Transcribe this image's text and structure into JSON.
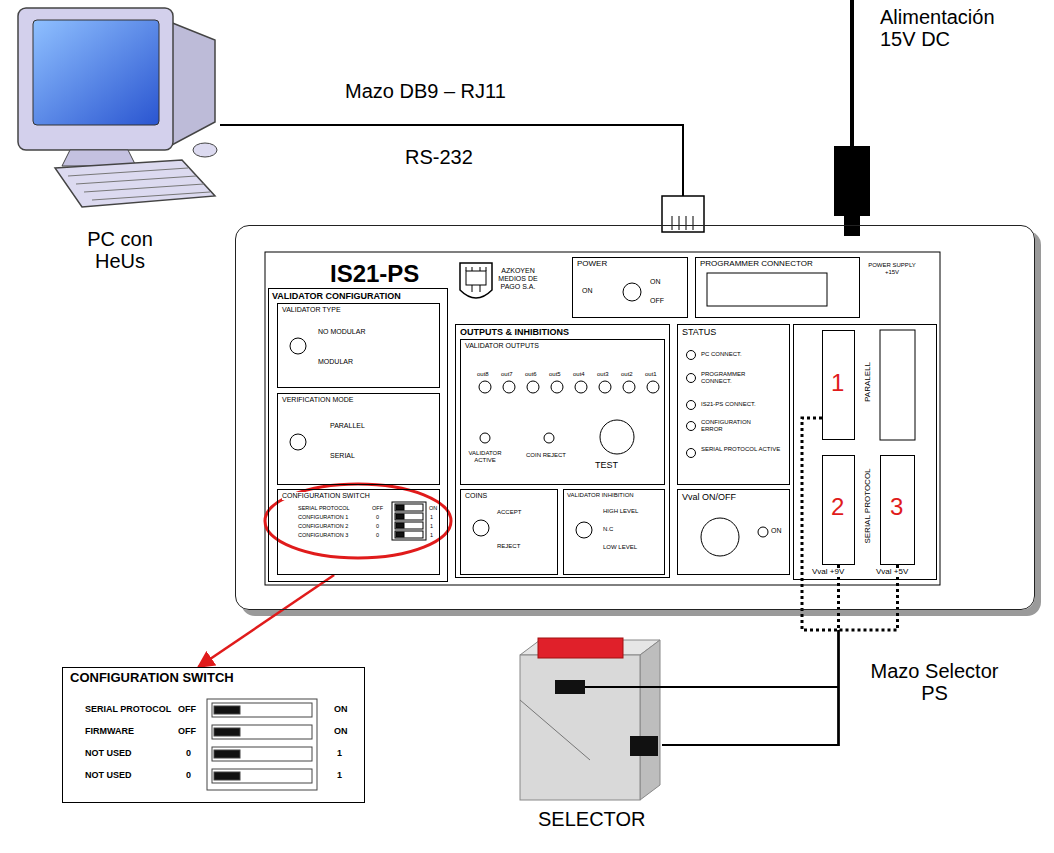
{
  "diagram": {
    "nodes": [
      {
        "text": [
          "PC con HeUs"
        ]
      },
      {
        "text": [
          "IS21-PS"
        ]
      },
      {
        "text": [
          "VALIDATOR CONFIGURATION"
        ],
        "in": 1
      },
      {
        "text": [
          "VALIDATOR TYPE",
          "NO MODULAR",
          "MODULAR"
        ],
        "in": 2
      },
      {
        "text": [
          "VERIFICATION MODE",
          "PARALLEL",
          "SERIAL"
        ],
        "in": 2
      },
      {
        "text": [
          "CONFIGURATION SWITCH",
          "SERIAL PROTOCOL",
          "OFF",
          "ON",
          "CONFIGURATION 1",
          "0",
          "1",
          "CONFIGURATION 2",
          "0",
          "1",
          "CONFIGURATION 3",
          "0",
          "1"
        ],
        "in": 2
      },
      {
        "text": [
          "POWER",
          "ON",
          "ON",
          "OFF"
        ],
        "in": 1
      },
      {
        "text": [
          "PROGRAMMER CONNECTOR"
        ],
        "in": 1
      },
      {
        "text": [
          "OUTPUTS & INHIBITIONS"
        ],
        "in": 1
      },
      {
        "text": [
          "VALIDATOR OUTPUTS",
          "out8",
          "out7",
          "out6",
          "out5",
          "out4",
          "out3",
          "out2",
          "out1",
          "VALIDATOR ACTIVE",
          "COIN REJECT",
          "TEST"
        ],
        "in": 8
      },
      {
        "text": [
          "COINS",
          "ACCEPT",
          "REJECT"
        ],
        "in": 8
      },
      {
        "text": [
          "VALIDATOR INHIBITION",
          "HIGH LEVEL",
          "N.C",
          "LOW LEVEL"
        ],
        "in": 8
      },
      {
        "text": [
          "STATUS",
          "PC CONNECT.",
          "PROGRAMMER CONNECT.",
          "IS21-PS CONNECT.",
          "CONFIGURATION ERROR",
          "SERIAL PROTOCOL ACTIVE"
        ],
        "in": 1
      },
      {
        "text": [
          "Vval ON/OFF",
          "ON"
        ],
        "in": 1
      },
      {
        "text": [
          "PARALELL",
          "SERIAL PROTOCOL",
          "Vval +9V",
          "Vval +5V"
        ],
        "in": 1
      },
      {
        "text": [
          "1"
        ],
        "in": 14
      },
      {
        "text": [
          "2"
        ],
        "in": 14
      },
      {
        "text": [
          "3"
        ],
        "in": 14
      },
      {
        "text": [
          "CONFIGURATION SWITCH",
          "SERIAL PROTOCOL",
          "OFF",
          "ON",
          "FIRMWARE",
          "OFF",
          "ON",
          "NOT USED",
          "0",
          "1",
          "NOT USED",
          "0",
          "1"
        ]
      },
      {
        "text": [
          "SELECTOR"
        ]
      }
    ],
    "edges": [
      {
        "from": 0,
        "to": 1,
        "arrow": "none",
        "label": "Mazo DB9 – RJ11"
      },
      {
        "from": 15,
        "to": 19,
        "arrow": "none"
      },
      {
        "from": 16,
        "to": 19,
        "arrow": "none"
      },
      {
        "from": 17,
        "to": 19,
        "arrow": "none"
      },
      {
        "from": 5,
        "to": 18,
        "arrow": "to"
      }
    ],
    "labels": [
      "RS-232",
      "Alimentación 15V DC",
      "AZKOYEN MEDIOS DE PAGO S.A.",
      "POWER SUPPLY +15V",
      "Mazo Selector PS"
    ]
  }
}
